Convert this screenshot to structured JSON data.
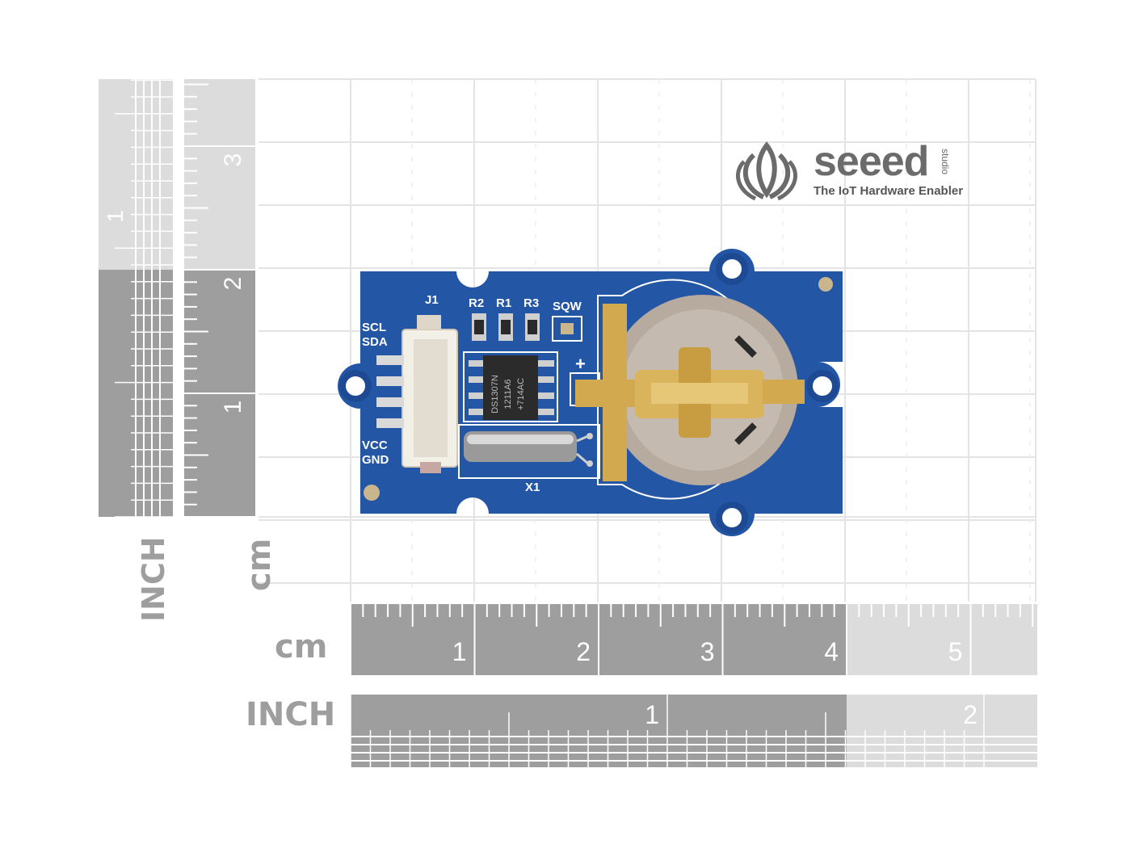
{
  "logo": {
    "brand": "seeed",
    "sub": "studio",
    "tagline": "The IoT Hardware Enabler"
  },
  "rulers": {
    "vertical_inch": {
      "label": "INCH",
      "numbers": [
        "1"
      ]
    },
    "vertical_cm": {
      "label": "cm",
      "numbers": [
        "3",
        "2",
        "1"
      ]
    },
    "horizontal_cm": {
      "label": "cm",
      "numbers": [
        "1",
        "2",
        "3",
        "4",
        "5"
      ]
    },
    "horizontal_inch": {
      "label": "INCH",
      "numbers": [
        "1",
        "2"
      ]
    }
  },
  "board": {
    "silkscreen": {
      "j1": "J1",
      "scl": "SCL",
      "sda": "SDA",
      "vcc": "VCC",
      "gnd": "GND",
      "r2": "R2",
      "r1": "R1",
      "r3": "R3",
      "sqw": "SQW",
      "x1": "X1",
      "plus": "+"
    },
    "chip": {
      "line1": "DS1307N",
      "line2": "1211A6",
      "line3": "+714AC"
    },
    "colors": {
      "pcb": "#2456a6",
      "gold": "#d2a94e",
      "battery": "#b7aba0"
    }
  },
  "colors": {
    "grid": "#e6e6e6",
    "ruler_dark": "#9e9e9e",
    "ruler_light": "#dcdcdc",
    "label": "#9e9e9e"
  }
}
